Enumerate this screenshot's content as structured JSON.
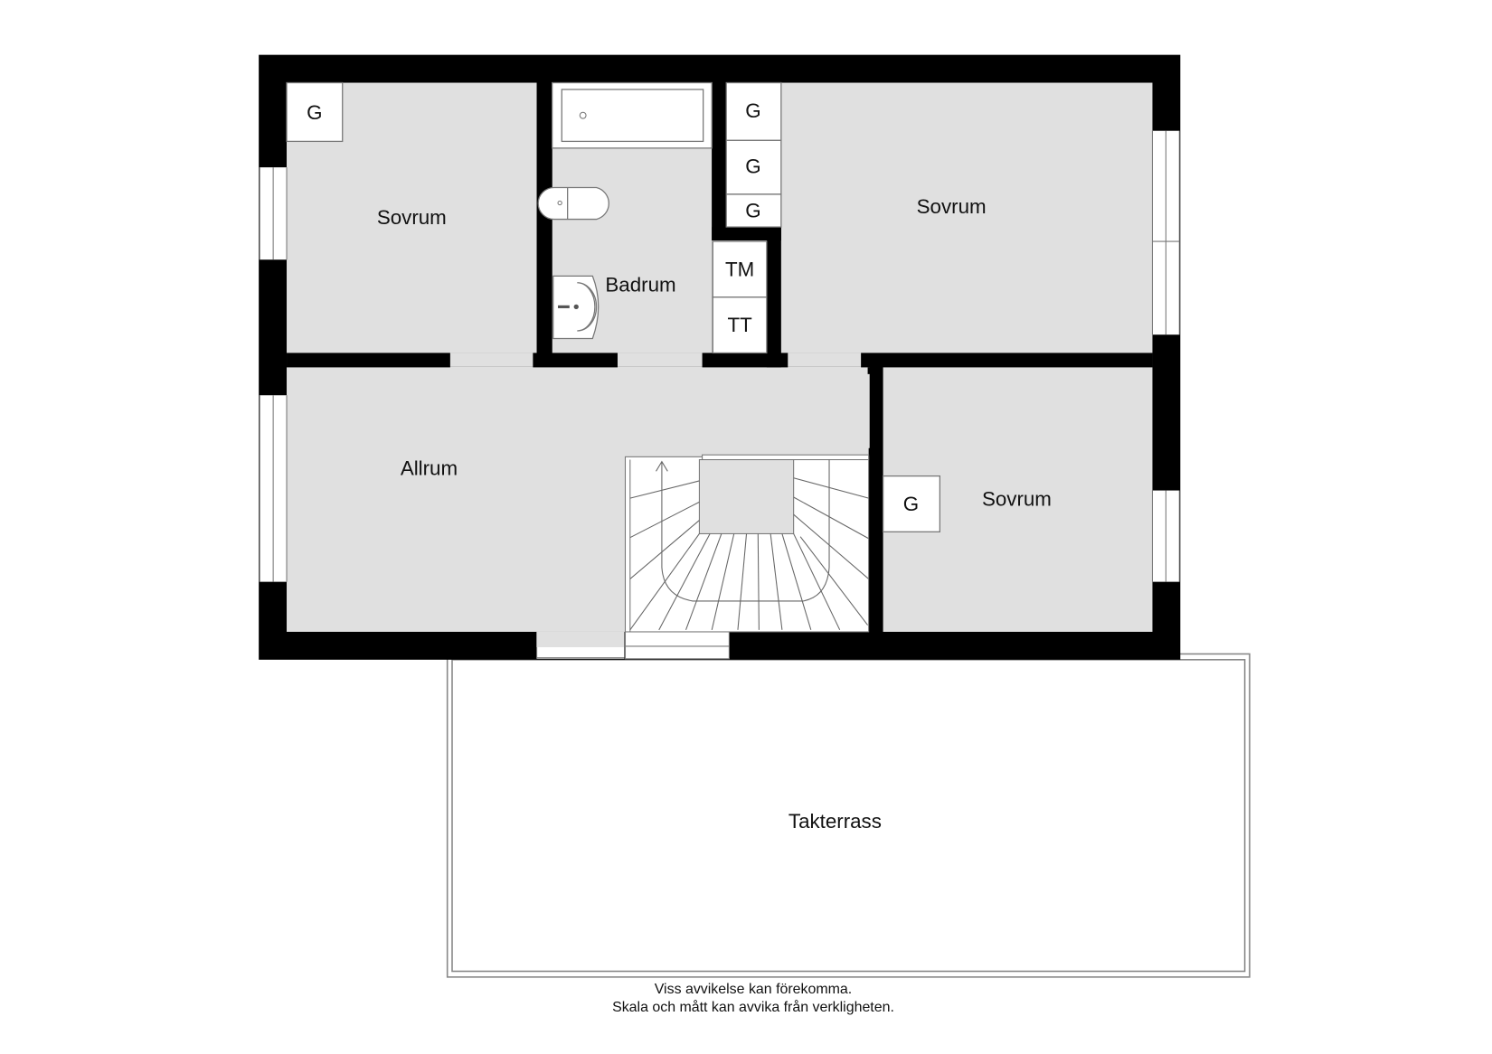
{
  "floorplan": {
    "rooms": {
      "bedroom_nw": "Sovrum",
      "bathroom": "Badrum",
      "bedroom_ne": "Sovrum",
      "family_room": "Allrum",
      "bedroom_se": "Sovrum",
      "roof_terrace": "Takterrass"
    },
    "closets": {
      "closet_nw": "G",
      "closet_center_1": "G",
      "closet_center_2": "G",
      "closet_center_3": "G",
      "closet_se": "G"
    },
    "laundry": {
      "washer": "TM",
      "dryer": "TT"
    },
    "fixtures": [
      "bathtub-icon",
      "toilet-icon",
      "sink-icon",
      "staircase-icon",
      "window-icon"
    ],
    "colors": {
      "wall": "#000000",
      "floor": "#e0e0e0",
      "terrace": "#ffffff",
      "line": "#777777"
    }
  },
  "disclaimer": {
    "line1": "Viss avvikelse kan förekomma.",
    "line2": "Skala och mått kan avvika från verkligheten."
  }
}
